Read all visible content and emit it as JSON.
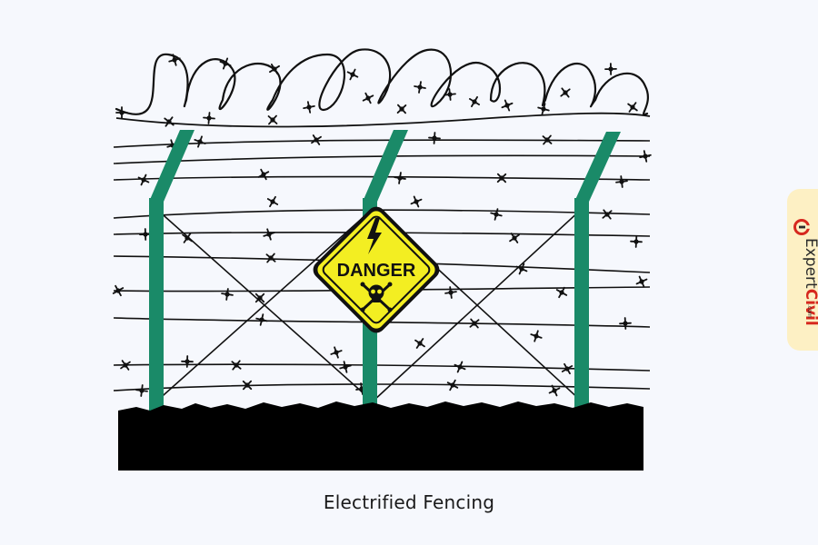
{
  "caption": "Electrified Fencing",
  "sign": {
    "text": "DANGER",
    "bolt_icon": "lightning-bolt-icon",
    "skull_icon": "skull-crossbones-icon",
    "color": "#f3ee22"
  },
  "logo": {
    "expert": "Expert",
    "civil": "Civil",
    "suffix": ".com"
  },
  "colors": {
    "post": "#1a8a68",
    "ground": "#000000",
    "wire": "#111111",
    "logo_tab": "#fdf0c4",
    "logo_red": "#d6281e"
  }
}
